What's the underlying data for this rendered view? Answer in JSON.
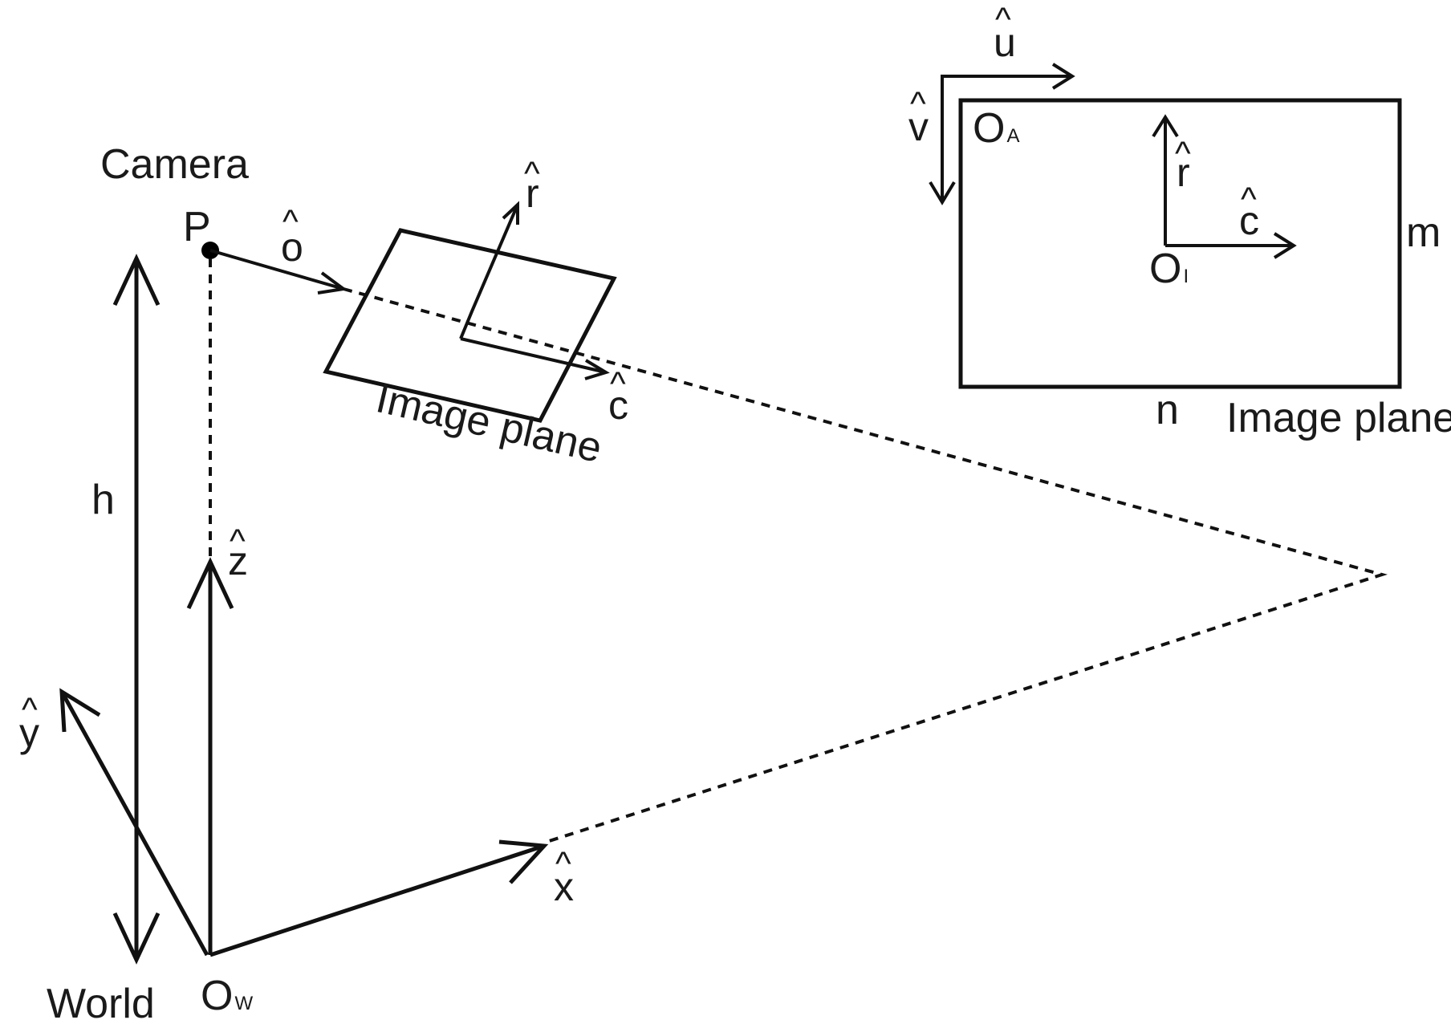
{
  "labels": {
    "camera": "Camera",
    "world": "World",
    "point_p": "P",
    "height": "h",
    "image_plane_left": "Image plane",
    "image_plane_right": "Image plane",
    "origin_world": "O",
    "origin_world_sub": "W",
    "origin_array": "O",
    "origin_array_sub": "A",
    "origin_image": "O",
    "origin_image_sub": "I",
    "dim_m": "m",
    "dim_n": "n"
  },
  "vectors": {
    "o": "o",
    "r_left": "r",
    "c_left": "c",
    "z": "z",
    "y": "y",
    "x": "x",
    "u": "u",
    "v": "v",
    "r_right": "r",
    "c_right": "c"
  },
  "hat_glyph": "^"
}
